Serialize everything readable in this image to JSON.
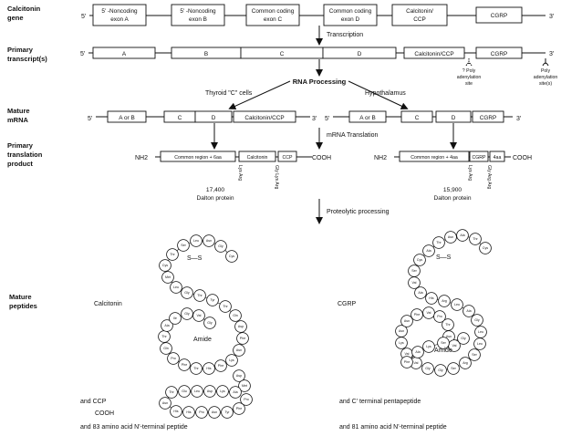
{
  "labels": {
    "calcitonin_gene": [
      "Calcitonin",
      "gene"
    ],
    "primary_transcript": [
      "Primary",
      "transcript(s)"
    ],
    "mature_mrna": [
      "Mature",
      "mRNA"
    ],
    "primary_translation": [
      "Primary",
      "translation",
      "product"
    ],
    "mature_peptides": [
      "Mature",
      "peptides"
    ]
  },
  "gene": {
    "five": "5'",
    "three": "3'",
    "exons": [
      [
        "5' -Noncoding",
        "exon A"
      ],
      [
        "5' -Noncoding",
        "exon B"
      ],
      [
        "Common coding",
        "exon C"
      ],
      [
        "Common coding",
        "exon D"
      ],
      [
        "Calcitonin/",
        "CCP"
      ],
      [
        "CGRP"
      ]
    ]
  },
  "transcription": "Transcription",
  "transcript": {
    "five": "5'",
    "three": "3'",
    "boxes": [
      "A",
      "B",
      "C",
      "D",
      "Calcitonin/CCP",
      "CGRP"
    ],
    "poly_site_1": [
      "? Poly",
      "adenylation",
      "site"
    ],
    "poly_site_2": [
      "Poly",
      "adenylation",
      "site(s)"
    ]
  },
  "rna_processing": "RNA Processing",
  "thyroid_cells": "Thyroid \"C\" cells",
  "hypothalamus": "Hypothalamus",
  "mrna_left": {
    "five": "5'",
    "three": "3'",
    "boxes": [
      "A or B",
      "C",
      "D",
      "Calcitonin/CCP"
    ]
  },
  "mrna_right": {
    "five": "5'",
    "three": "3'",
    "boxes": [
      "A or B",
      "C",
      "D",
      "CGRP"
    ]
  },
  "mrna_translation": "mRNA Translation",
  "protein_left": {
    "nh2": "NH2",
    "boxes": [
      "Common region + 6aa",
      "Calcitonin",
      "CCP"
    ],
    "cooh": "COOH",
    "vertical_1": "Lys Arg",
    "vertical_2": "Gly Lys Arg",
    "size": [
      "17,400",
      "Dalton protein"
    ]
  },
  "protein_right": {
    "nh2": "NH2",
    "boxes": [
      "Common region + 4aa",
      "CGRP",
      "4aa"
    ],
    "cooh": "COOH",
    "vertical_1": "Lys Arg",
    "vertical_2": "Gly Arg Arg",
    "size": [
      "15,900",
      "Dalton protein"
    ]
  },
  "proteolytic": "Proteolytic processing",
  "calcitonin": {
    "name": "Calcitonin",
    "ss": "S—S",
    "amide": "Amide",
    "residues": [
      "Cys",
      "Gly",
      "Asn",
      "Leu",
      "Ser",
      "Thr",
      "Cys",
      "Met",
      "Leu",
      "Gly",
      "Thr",
      "Tyr",
      "Thr",
      "Gln",
      "Asp",
      "Phe",
      "Asn",
      "Lys",
      "Phe",
      "His",
      "Thr",
      "Phe",
      "Pro",
      "Gln",
      "Thr",
      "Ala",
      "Ile",
      "Gly",
      "Val",
      "Gly",
      "Ala",
      "Pro"
    ],
    "tail": [
      "Asp",
      "Met",
      "Ala",
      "Lys",
      "Asp",
      "Leu",
      "Glu",
      "Thr",
      "Asn",
      "His",
      "His",
      "Pro",
      "Asn",
      "Tyr",
      "Phe",
      "Pro"
    ],
    "and_ccp": "and CCP",
    "cooh": "COOH",
    "peptide": "and 83 amino acid N'-terminal peptide"
  },
  "cgrp": {
    "name": "CGRP",
    "ss": "S—S",
    "amide": "Amide",
    "residues": [
      "Cys",
      "Thr",
      "Ala",
      "Asn",
      "Thr",
      "Ala",
      "Cys",
      "Ser",
      "Val",
      "Ala",
      "His",
      "Arg",
      "Leu",
      "Ala",
      "Gly",
      "Leu",
      "Leu",
      "Ser",
      "Arg",
      "Ser",
      "Gly",
      "Gly",
      "Val",
      "Val",
      "Lys",
      "Asn",
      "Asn",
      "Phe",
      "Val",
      "Pro",
      "Thr",
      "Asn",
      "Val",
      "Gly",
      "Ser",
      "Lys",
      "Ala",
      "Phe"
    ],
    "c_terminal": "and C' terminal pentapeptide",
    "peptide": "and 81 amino acid N'-terminal peptide"
  }
}
